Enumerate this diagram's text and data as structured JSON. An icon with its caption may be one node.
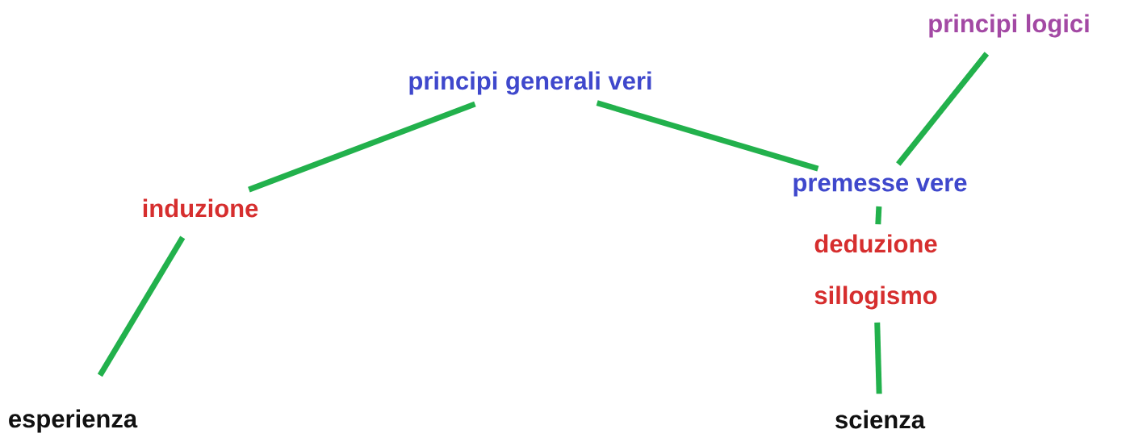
{
  "diagram": {
    "nodes": [
      {
        "text": [
          "principi logici"
        ]
      },
      {
        "text": [
          "principi generali veri"
        ]
      },
      {
        "text": [
          "induzione"
        ]
      },
      {
        "text": [
          "premesse vere"
        ]
      },
      {
        "text": [
          "deduzione sillogismo"
        ]
      },
      {
        "text": [
          "esperienza"
        ]
      },
      {
        "text": [
          "scienza"
        ]
      }
    ],
    "edges": [
      {
        "from": 5,
        "to": 2,
        "arrow": "none"
      },
      {
        "from": 2,
        "to": 1,
        "arrow": "none"
      },
      {
        "from": 1,
        "to": 3,
        "arrow": "none"
      },
      {
        "from": 0,
        "to": 3,
        "arrow": "none"
      },
      {
        "from": 3,
        "to": 4,
        "arrow": "none"
      },
      {
        "from": 4,
        "to": 6,
        "arrow": "none"
      }
    ]
  }
}
